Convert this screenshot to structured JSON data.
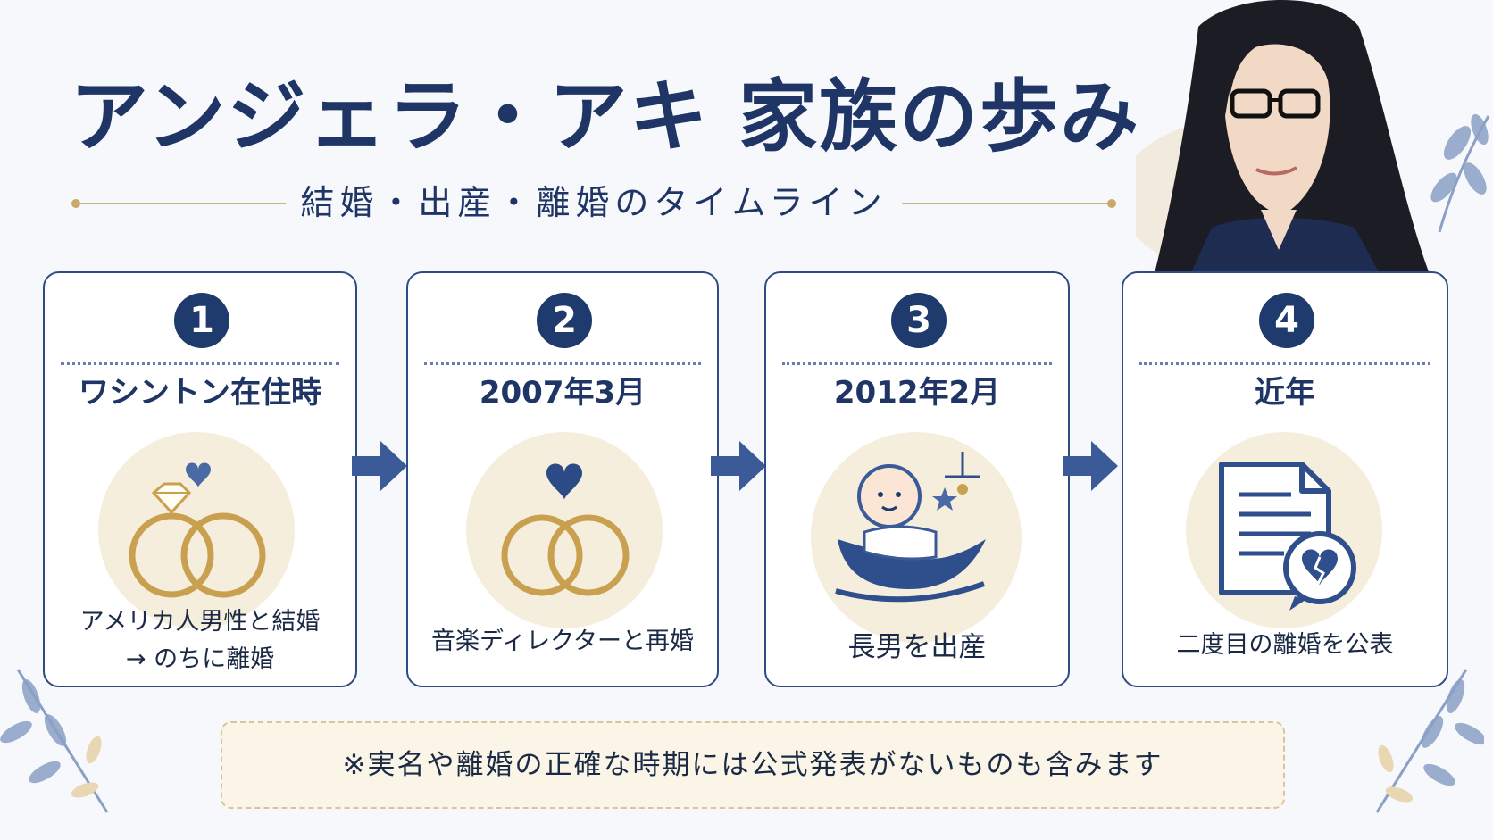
{
  "header": {
    "title": "アンジェラ・アキ 家族の歩み",
    "subtitle": "結婚・出産・離婚のタイムライン"
  },
  "steps": [
    {
      "number": "1",
      "date": "ワシントン在住時",
      "desc_line1": "アメリカ人男性と結婚",
      "desc_line2": "→ のちに離婚",
      "icon": "wedding-rings-diamond-icon"
    },
    {
      "number": "2",
      "date": "2007年3月",
      "desc_line1": "音楽ディレクターと再婚",
      "icon": "wedding-rings-heart-icon"
    },
    {
      "number": "3",
      "date": "2012年2月",
      "desc_line1": "長男を出産",
      "icon": "baby-cradle-icon"
    },
    {
      "number": "4",
      "date": "近年",
      "desc_line1": "二度目の離婚を公表",
      "icon": "document-broken-heart-icon"
    }
  ],
  "note": "※実名や離婚の正確な時期には公式発表がないものも含みます",
  "colors": {
    "navy": "#1f3a6c",
    "gold": "#c9a86a",
    "cream": "#f6eedd",
    "arrow": "#3a5a98"
  }
}
